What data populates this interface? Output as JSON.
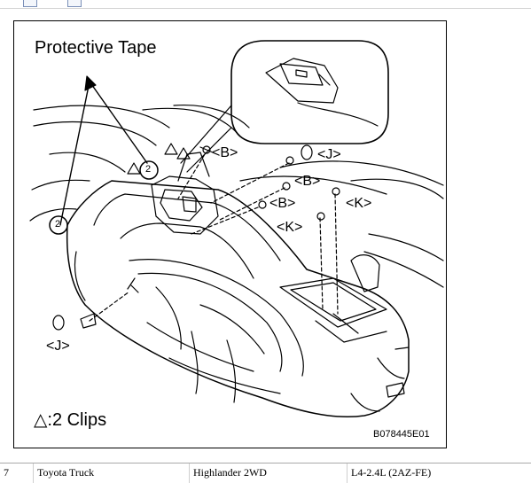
{
  "figure": {
    "title_label": "Protective Tape",
    "labels": {
      "b1": "<B>",
      "b2": "<B>",
      "b3": "<B>",
      "j_top": "<J>",
      "j_bottom": "<J>",
      "k1": "<K>",
      "k2": "<K>",
      "clip_num_1": "2",
      "clip_num_2": "2"
    },
    "legend": "△:2 Clips",
    "code": "B078445E01"
  },
  "footer": {
    "page_fragment": "7",
    "make": "Toyota Truck",
    "model": "Highlander 2WD",
    "engine": "L4-2.4L (2AZ-FE)"
  }
}
